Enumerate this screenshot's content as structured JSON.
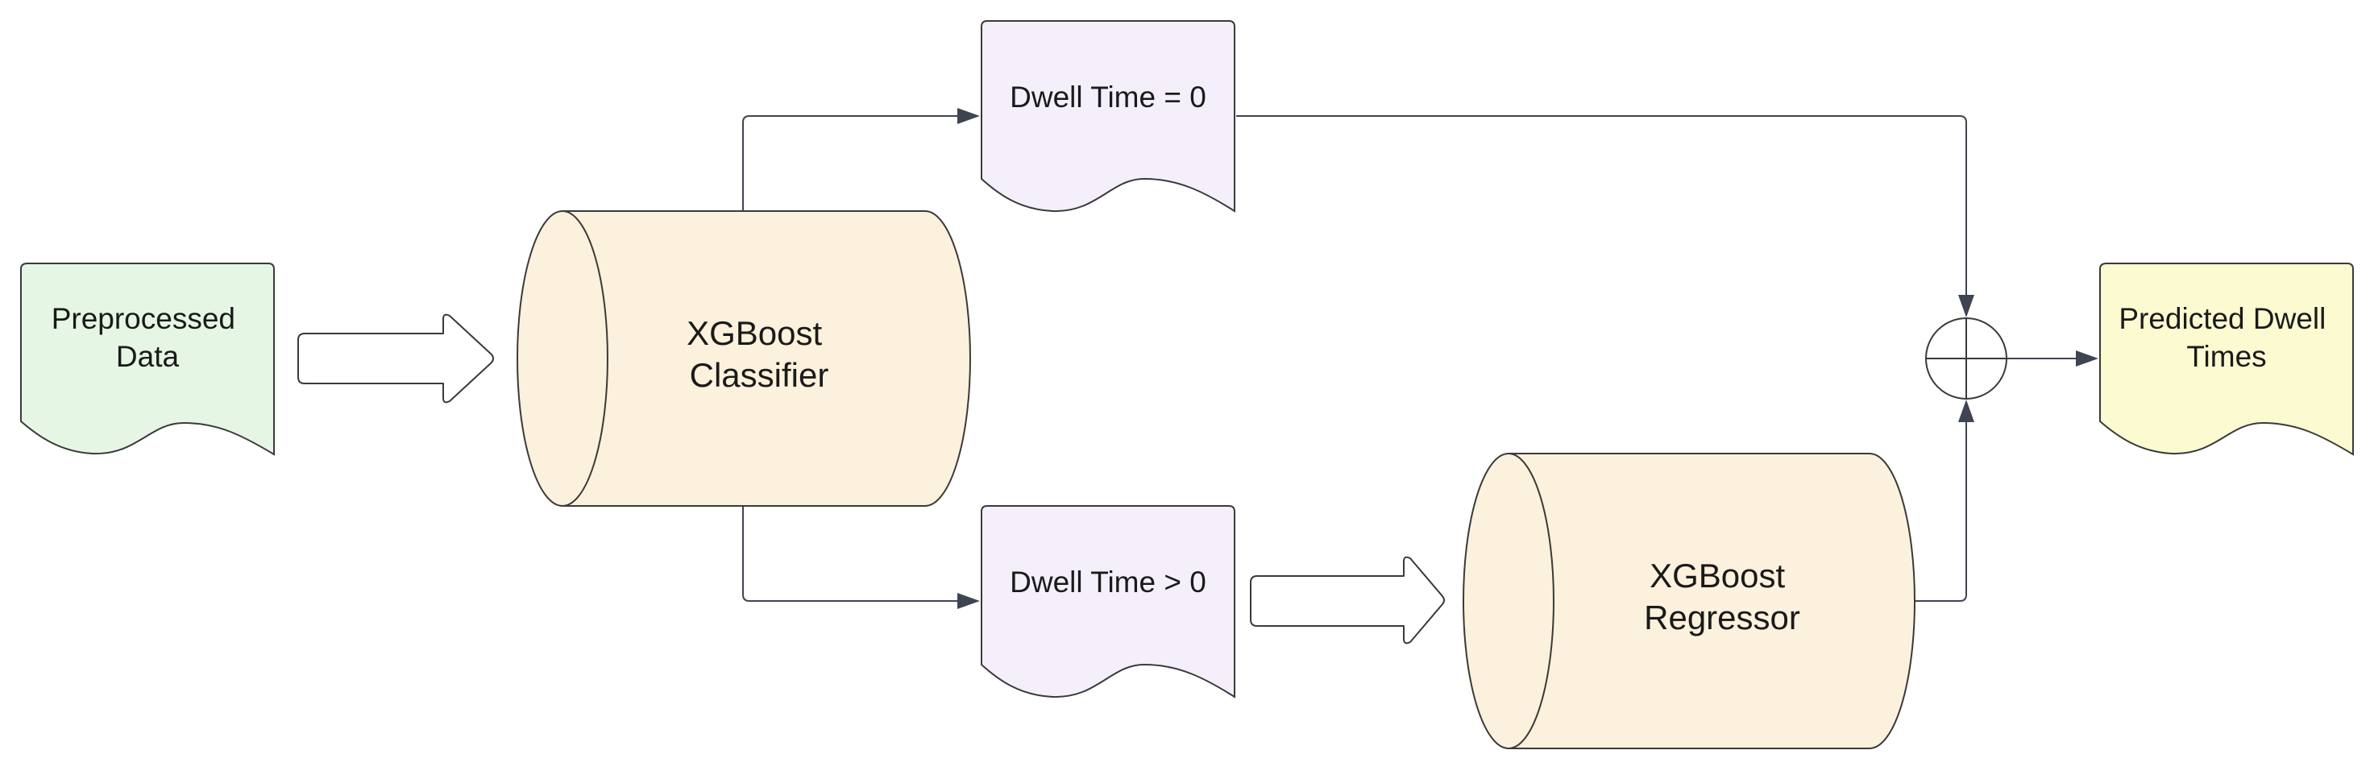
{
  "nodes": {
    "preprocessed_data": {
      "lines": [
        "Preprocessed",
        "Data"
      ],
      "fill": "#E6F6E4"
    },
    "classifier": {
      "lines": [
        "XGBoost",
        "Classifier"
      ],
      "fill": "#FCF1DC"
    },
    "dwell_zero": {
      "lines": [
        "Dwell Time = 0"
      ],
      "fill": "#F4EFFB"
    },
    "dwell_positive": {
      "lines": [
        "Dwell Time > 0"
      ],
      "fill": "#F4EFFB"
    },
    "regressor": {
      "lines": [
        "XGBoost",
        "Regressor"
      ],
      "fill": "#FCF1DC"
    },
    "predicted": {
      "lines": [
        "Predicted Dwell",
        "Times"
      ],
      "fill": "#FCFAD0"
    }
  },
  "icons": {
    "combine": "summing-junction-icon",
    "flow_arrow": "block-arrow-icon"
  },
  "colors": {
    "stroke": "#3a3a3a",
    "connector": "#3f4452"
  }
}
